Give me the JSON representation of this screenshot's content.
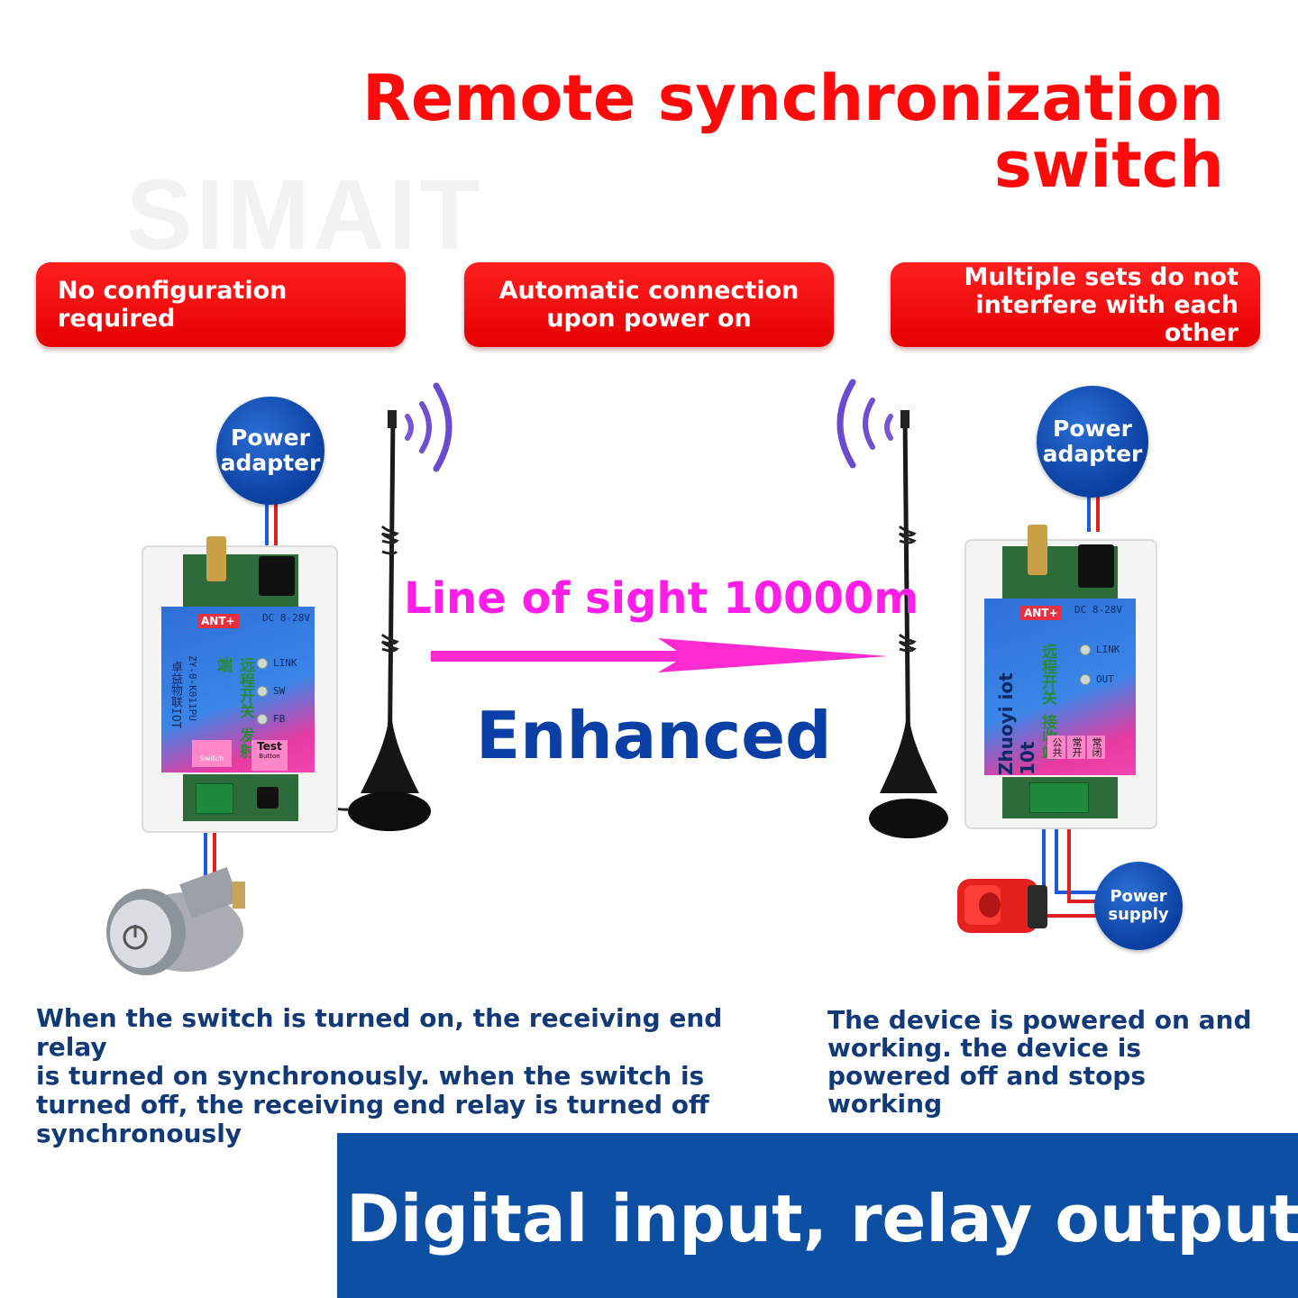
{
  "headline": {
    "line1": "Remote synchronization",
    "line2": "switch"
  },
  "watermark": "SIMAIT",
  "features": [
    {
      "line1": "No configuration required",
      "line2": ""
    },
    {
      "line1": "Automatic connection",
      "line2": "upon power on"
    },
    {
      "line1": "Multiple sets do not",
      "line2": "interfere with each other"
    }
  ],
  "left_badge": {
    "line1": "Power",
    "line2": "adapter"
  },
  "right_badge": {
    "line1": "Power",
    "line2": "adapter"
  },
  "supply_badge": {
    "line1": "Power",
    "line2": "supply"
  },
  "transmitter": {
    "ant": "ANT+",
    "dc": "DC 8-28V",
    "model": "ZY-0-K011PU",
    "brand_cn": "卓益物联IOT",
    "title_cn": "远程开关 发射端",
    "leds": [
      "LINK",
      "SW",
      "FB"
    ],
    "switch_label": "Switch",
    "test_label": "Test",
    "button_label": "Button"
  },
  "receiver": {
    "ant": "ANT+",
    "dc": "DC 8-28V",
    "brand": "Zhuoyi iot 10t",
    "title_cn": "远程开关 接收端",
    "leds": [
      "LINK",
      "OUT"
    ],
    "terminals_cn": [
      "公共",
      "常开",
      "常闭"
    ]
  },
  "range_text": "Line of sight 10000m",
  "enhanced_text": "Enhanced",
  "left_desc": [
    "When the switch is turned on, the receiving end relay",
    "is turned on synchronously. when the switch is",
    "turned off, the receiving end relay is turned off",
    "synchronously"
  ],
  "right_desc": [
    "The device is powered on and",
    "working. the device is",
    "powered off and stops",
    "working"
  ],
  "banner_text": "Digital input, relay output",
  "colors": {
    "headline": "#ff0a0a",
    "pill": "#e60000",
    "badge": "#0b3fa0",
    "range_text": "#ff1ee8",
    "enhanced": "#0a3fa6",
    "banner": "#0d4fa3"
  }
}
